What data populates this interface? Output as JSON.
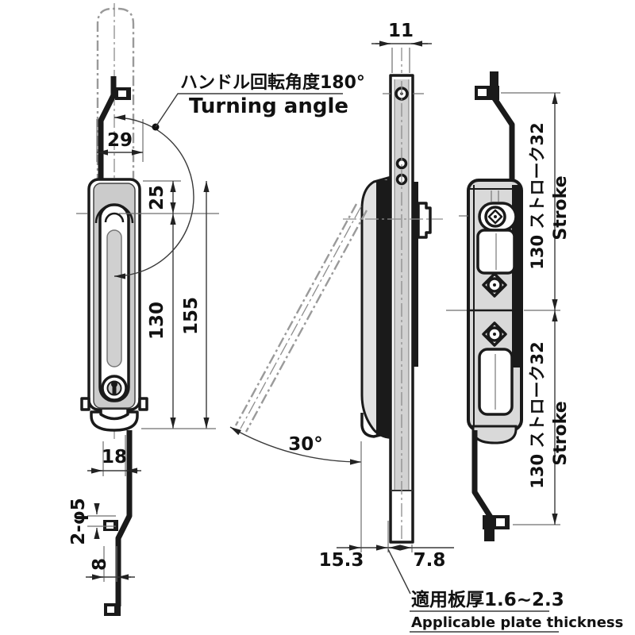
{
  "colors": {
    "line": "#1a1a1a",
    "fill_gray": "#cccccc",
    "background": "#ffffff"
  },
  "annotations": {
    "turning_angle_jp": "ハンドル回転角度180°",
    "turning_angle_en": "Turning angle",
    "plate_thickness_jp": "適用板厚1.6~2.3",
    "plate_thickness_en": "Applicable plate thickness"
  },
  "front_view": {
    "dim_rod_offset": "29",
    "dim_pivot_to_top": "25",
    "dim_body_length": "130",
    "dim_overall_length": "155",
    "dim_base_width": "18",
    "dim_pin_holes": "2-φ5",
    "dim_rod_end_width": "8"
  },
  "side_view": {
    "dim_bar_width": "11",
    "dim_open_angle": "30°",
    "dim_mount_depth": "15.3",
    "dim_bar_depth": "7.8"
  },
  "rear_view": {
    "dim_stroke_upper_jp": "130 ストローク32",
    "dim_stroke_upper_en": "Stroke",
    "dim_stroke_lower_jp": "130 ストローク32",
    "dim_stroke_lower_en": "Stroke"
  }
}
